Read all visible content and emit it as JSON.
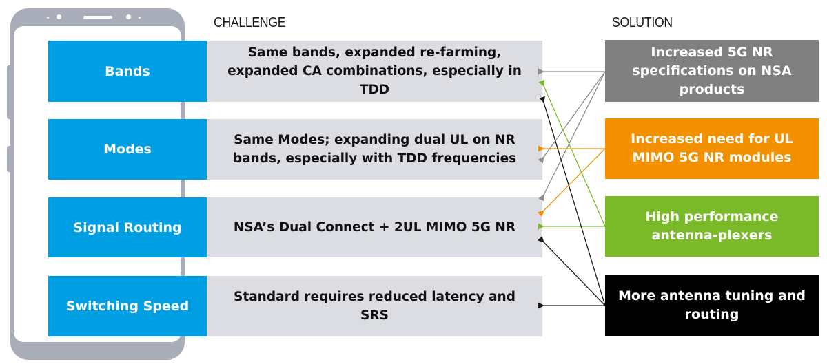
{
  "headers": {
    "challenge": "CHALLENGE",
    "solution": "SOLUTION"
  },
  "categories": [
    {
      "label": "Bands"
    },
    {
      "label": "Modes"
    },
    {
      "label": "Signal Routing"
    },
    {
      "label": "Switching Speed"
    }
  ],
  "challenges": [
    {
      "text": "Same bands, expanded re-farming, expanded CA combinations, especially in TDD"
    },
    {
      "text": "Same Modes; expanding dual UL on NR bands, especially with TDD frequencies"
    },
    {
      "text": "NSA’s Dual Connect + 2UL MIMO 5G NR"
    },
    {
      "text": "Standard requires reduced latency and SRS"
    }
  ],
  "solutions": [
    {
      "text": "Increased 5G NR specifications on NSA products",
      "color": "#808080"
    },
    {
      "text": "Increased need for UL MIMO 5G NR modules",
      "color": "#f39000"
    },
    {
      "text": "High performance antenna-plexers",
      "color": "#7aba28"
    },
    {
      "text": "More antenna tuning and routing",
      "color": "#000000"
    }
  ],
  "colors": {
    "category_blue": "#009fe3",
    "challenge_grey": "#dcdde2",
    "phone_grey": "#a9adba"
  },
  "arrows": [
    {
      "from_solution": 0,
      "to_challenge": 0,
      "color": "#8c8c8c"
    },
    {
      "from_solution": 0,
      "to_challenge": 1,
      "color": "#8c8c8c"
    },
    {
      "from_solution": 0,
      "to_challenge": 2,
      "color": "#8c8c8c"
    },
    {
      "from_solution": 1,
      "to_challenge": 1,
      "color": "#f39000"
    },
    {
      "from_solution": 1,
      "to_challenge": 2,
      "color": "#f39000"
    },
    {
      "from_solution": 2,
      "to_challenge": 2,
      "color": "#7aba28"
    },
    {
      "from_solution": 2,
      "to_challenge": 0,
      "color": "#7aba28"
    },
    {
      "from_solution": 3,
      "to_challenge": 3,
      "color": "#1a1a1a"
    },
    {
      "from_solution": 3,
      "to_challenge": 2,
      "color": "#1a1a1a"
    },
    {
      "from_solution": 3,
      "to_challenge": 0,
      "color": "#1a1a1a"
    }
  ]
}
